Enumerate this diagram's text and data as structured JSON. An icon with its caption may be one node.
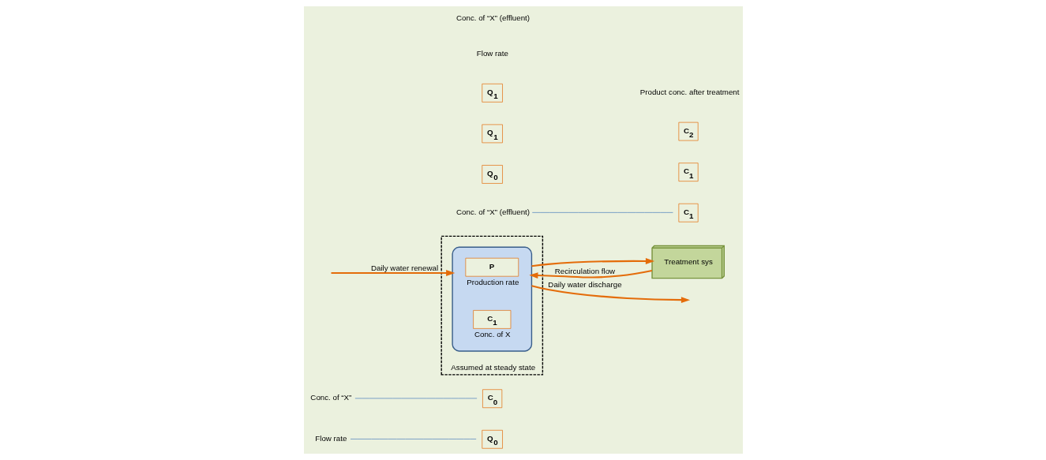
{
  "diagram": {
    "nodes": [
      {
        "text": [
          "Flow rate"
        ]
      },
      {
        "text": [
          "Q$_{0}$"
        ]
      },
      {
        "text": [
          "Conc. of “X”"
        ]
      },
      {
        "text": [
          "C$_{0}$"
        ]
      },
      {
        "text": [
          "Assumed at steady state"
        ]
      },
      {
        "text": [],
        "shape": "cylinder",
        "in": 4
      },
      {
        "text": [
          "P"
        ],
        "in": 5,
        "beside": [
          "Production rate"
        ]
      },
      {
        "text": [
          "C$_{1}$"
        ],
        "in": 5,
        "beside": [
          "Conc. of X"
        ]
      },
      {
        "text": [
          "Conc. of “X” (effluent)"
        ]
      },
      {
        "text": [
          "Q$_{0}$"
        ]
      },
      {
        "text": [
          "C$_{1}$"
        ]
      },
      {
        "text": [
          "Treatment sys"
        ]
      },
      {
        "text": [
          "Q$_{1}$"
        ]
      },
      {
        "text": [
          "C$_{1}$"
        ]
      },
      {
        "text": [
          "Q$_{1}$"
        ]
      },
      {
        "text": [
          "C$_{2}$"
        ]
      }
    ],
    "edges": [
      {
        "from": 0,
        "to": 1,
        "arrow": "none",
        "color": "#4a7ebb"
      },
      {
        "from": 2,
        "to": 3,
        "arrow": "none",
        "color": "#4a7ebb"
      },
      {
        "from": 8,
        "to": 10,
        "arrow": "none",
        "color": "#4a7ebb"
      },
      {
        "from": 5,
        "to": null,
        "arrow": "to",
        "label": "Daily water discharge"
      },
      {
        "from": null,
        "to": 5,
        "arrow": "to",
        "label": "Daily water renewal"
      },
      {
        "from": 5,
        "to": 11,
        "arrow": "to"
      },
      {
        "from": 11,
        "to": 5,
        "arrow": "to",
        "label": "Recirculation flow"
      }
    ],
    "labels": [
      "Flow rate",
      "Conc. of “X” (effluent)",
      "Product conc. after treatment"
    ]
  }
}
